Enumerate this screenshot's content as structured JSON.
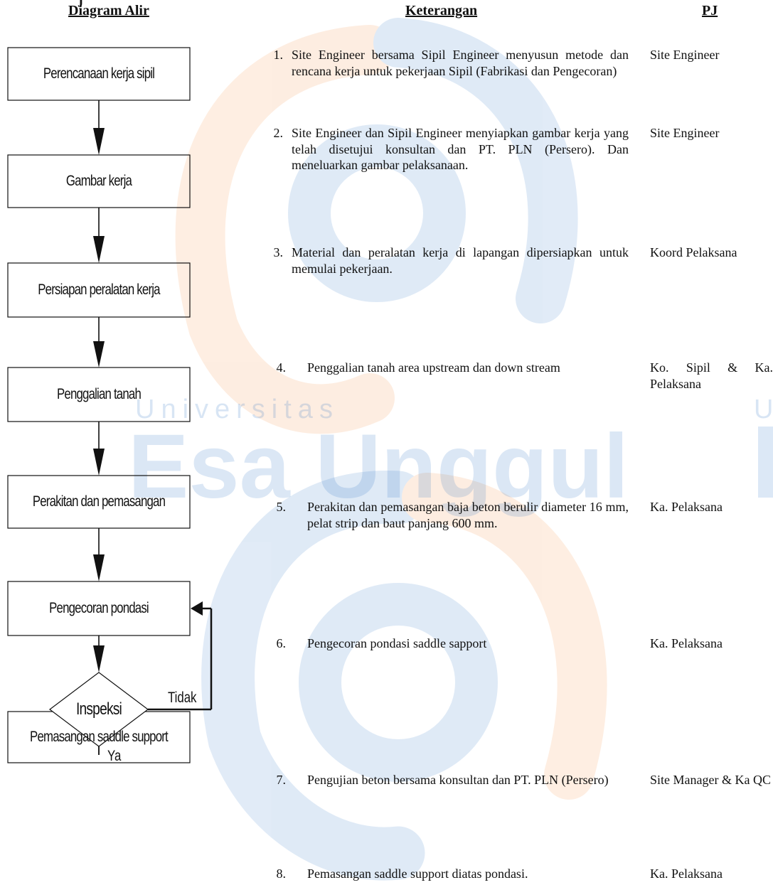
{
  "headers": {
    "cut_title": "j",
    "diagram": "Diagram Alir",
    "keterangan": "Keterangan",
    "pj": "PJ"
  },
  "watermark": {
    "line1": "Universitas",
    "line2": "Esa Unggul",
    "colors": {
      "blue": "#1565c0",
      "orange": "#f57c20"
    }
  },
  "flow": {
    "boxes": [
      {
        "label": "Perencanaan kerja sipil"
      },
      {
        "label": "Gambar kerja"
      },
      {
        "label": "Persiapan peralatan kerja"
      },
      {
        "label": "Penggalian tanah"
      },
      {
        "label": "Perakitan dan pemasangan"
      },
      {
        "label": "Pengecoran pondasi"
      },
      {
        "label": "Pemasangan saddle support"
      }
    ],
    "decision": {
      "label": "Inspeksi",
      "no_label": "Tidak",
      "yes_label": "Ya"
    }
  },
  "steps": [
    {
      "num": "1.",
      "desc": "Site Engineer bersama Sipil Engineer menyusun metode dan rencana kerja untuk pekerjaan Sipil (Fabrikasi dan Pengecoran)",
      "pj": "Site Engineer"
    },
    {
      "num": "2.",
      "desc": "Site Engineer dan Sipil Engineer menyiapkan gambar kerja yang telah disetujui konsultan dan PT. PLN (Persero). Dan meneluarkan gambar pelaksanaan.",
      "pj": "Site Engineer"
    },
    {
      "num": "3.",
      "desc": "Material dan peralatan kerja di lapangan dipersiapkan untuk memulai pekerjaan.",
      "pj": "Koord Pelaksana"
    },
    {
      "num": "4.",
      "desc": "Penggalian tanah area upstream dan down stream",
      "pj": "Ko. Sipil & Ka. Pelaksana"
    },
    {
      "num": "5.",
      "desc": "Perakitan dan pemasangan baja beton berulir diameter 16 mm, pelat strip dan baut panjang 600 mm.",
      "pj": "Ka. Pelaksana"
    },
    {
      "num": "6.",
      "desc": "Pengecoran pondasi saddle sapport",
      "pj": "Ka. Pelaksana"
    },
    {
      "num": "7.",
      "desc": "Pengujian beton bersama konsultan dan PT. PLN (Persero)",
      "pj": "Site Manager & Ka QC"
    },
    {
      "num": "8.",
      "desc": "Pemasangan saddle support diatas pondasi.",
      "pj": "Ka. Pelaksana"
    }
  ]
}
